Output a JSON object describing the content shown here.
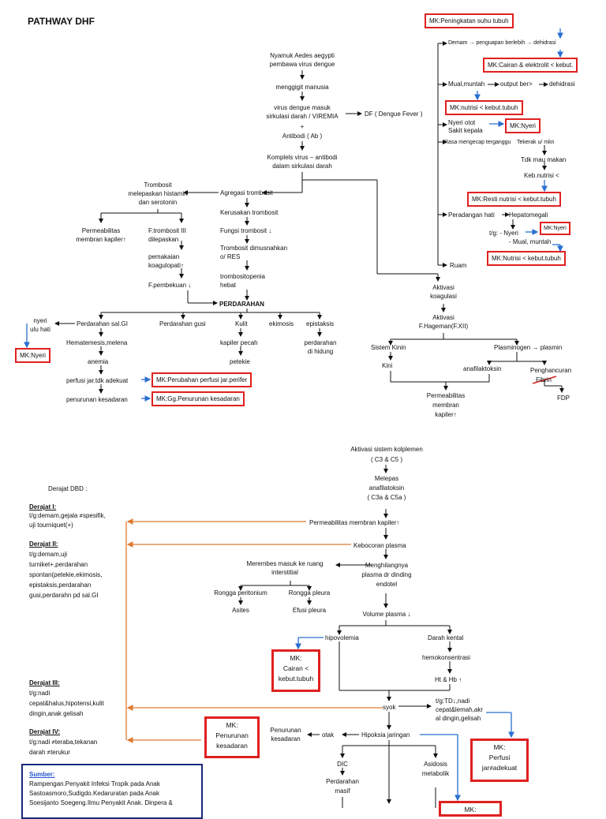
{
  "title": "PATHWAY DHF",
  "top": {
    "nyamuk": "Nyamuk Aedes aegypti\npembawa virus dengue",
    "menggigit": "menggigit manusia",
    "virus": "virus dengue masuk\nsirkulasi darah / VIREMIA",
    "plus": "+",
    "antibodi": "Antibodi ( Ab )",
    "kompleks": "Komplels virus – antibodi\ndalam sirkulasi darah",
    "df": "DF ( Dengue Fever )",
    "agregasi": "Agregasi trombosit",
    "kerusakan": "Kerusakan trombosit",
    "fungsi": "Fungsi trombosit ↓",
    "dimusnahkan": "Trombosit dimusnahkan\no/ RES",
    "trombositopenia": "trombositopenia\nhebat",
    "perdarahan": "PERDARAHAN",
    "melepaskan": "Trombosit\nmelepaskan histamin\ndan serotonin",
    "permeabilitas_kapiler": "Permeabilitas\nmembran kapiler↑",
    "ftrombosit": "F.trombosit III\ndilepaskan",
    "pemakaian": "pemakaian\nkoagulopati↑",
    "fpembekuan": "F.pembekuan ↓",
    "saluran_gi": "Perdarahan sal.GI",
    "gusi": "Perdarahan gusi",
    "kulit": "Kulit",
    "ekimosis": "ekimosis",
    "epistaksis": "epistaksis",
    "nyeri_ulu": "nyeri\nulu hati",
    "hematemesis": "Hematemesis,melena",
    "anemia": "anemia",
    "perfusi": "perfusi jar.tdk adekuat",
    "penurunan": "penurunan kesadaran",
    "kapiler_pecah": "kapiler pecah",
    "petekie": "petekie",
    "perdarahan_hidung": "perdarahan\ndi hidung"
  },
  "right": {
    "demam": "Demam → penguapan berlebih → dehidrasi",
    "mual": "Mual,muntah",
    "output": "output ber>",
    "dehidrasi": "dehidrasi",
    "nyeri_otot": "Nyeri otot",
    "sakit_kepala": "Sakit kepala",
    "rasa": "Rasa mengecap terganggu",
    "tkerak": "Tekerak u/ mkn",
    "tdk_mau": "Tdk mau makan",
    "keb_nutrisi": "Keb.nutrisi <",
    "peradangan": "Peradangan hati",
    "hepatomegali": "Hepatomegali",
    "tg_nyeri": "t/g: - Nyeri",
    "mual_muntah": "- Mual, muntah",
    "ruam": "Ruam",
    "aktivasi_koagulasi": "Aktivasi\nkoagulasi",
    "aktivasi_hageman": "Aktivasi\nF.Hageman(F.XII)",
    "kinin_sys": "Sistem Kinin",
    "plasminogen": "Plasminogen → plasmin",
    "kini": "Kini",
    "anafilaktoksin": "anafilaktoksin",
    "penghancuran": "Penghancuran",
    "fibrin": "Fibrin",
    "fdp": "FDP",
    "perm_kapiler2": "Permeabilitas\nmembran\nkapiler↑"
  },
  "mk": {
    "suhu": "MK:Peningkatan suhu tubuh",
    "cairan_elektrolit": "MK:Cairan & elektrolit < kebut.",
    "nutrisi1": "MK:nutrisi < kebut.tubuh",
    "nyeri1": "MK:Nyeri",
    "resti": "MK:Resti nutrisi < kebut.tubuh",
    "nyeri2": "MK:Nyeri",
    "nutrisi2": "MK:Nutrisi < kebut.tubuh",
    "nyeri_left": "MK:Nyeri",
    "perfusi_perifer": "MK:Perubahan perfusi jar.perifer",
    "kesadaran1": "MK:Gg.Penurunan kesadaran",
    "cairan2": "MK:\nCairan <\nkebut.tubuh",
    "penurunan_kesadaran": "MK:\nPenurunan\nkesadaran",
    "perfusi2": "MK:\nPerfusi\njar≠adekuat",
    "bottom": "MK:"
  },
  "lower": {
    "komplemen": "Aktivasi sistem kolplemen",
    "c3c5": "( C3 & C5 )",
    "melepas": "Melepas\nanafilatoksin\n( C3a & C5a )",
    "permeabilitas": "Permeabilitas membran kapiler↑",
    "kebocoran": "Kebocoran plasma",
    "merembes": "Merembes masuk ke ruang\ninterstitial",
    "menghilangnya": "Menghilangnya\nplasma dr dinding\nendotel",
    "peritonium": "Rongga peritonium",
    "pleura": "Rongga pleura",
    "asites": "Asites",
    "efusi": "Efusi pleura",
    "volume": "Volume plasma ↓",
    "hipovolemia": "hipovolemia",
    "darah_kental": "Darah kental",
    "hemokonsentrasi": "hemokonsentrasi",
    "ht_hb": "Ht & Hb ↑",
    "syok": "syok",
    "tg_syok": "t/g:TD↓,nadi\ncepat&lemah,akr\nal dingin,gelisah",
    "hipoksia": "Hipoksia jaringan",
    "otak": "otak",
    "penurunan_kes": "Penurunan\nkesadaran",
    "dic": "DIC",
    "perdarahan_masif": "Perdarahan\nmasif",
    "asidosis": "Asidosis\nmetabolik"
  },
  "derajat": {
    "heading": "Derajat DBD :",
    "d1_title": "Derajat I:",
    "d1_text": "t/g:demam,gejala ≠spesifik,\nuji tourniquet(+)",
    "d2_title": "Derajat II:",
    "d2_text": "t/g:demam,uji\nturniket+,perdarahan\nspontan(petekie,ekimosis,\nepistaksis,perdarahan\ngusi,perdarahn pd sal.GI",
    "d3_title": "Derajat III:",
    "d3_text": "t/g:nadi\ncepat&halus,hipotensi,kulit\ndingin,anak gelisah",
    "d4_title": "Derajat IV:",
    "d4_text": "t/g:nadi ≠teraba,tekanan\ndarah ≠terukur"
  },
  "sumber": {
    "heading": "Sumber:",
    "text": "Rampengan.Penyakit Infeksi Tropik pada Anak\nSastoasmoro,Sudigdo.Kedaruratan pada Anak\nSoesijanto Soegeng.Ilmu Penyakit Anak. Dinpera &"
  },
  "colors": {
    "mk_border": "#e02020",
    "orange": "#e07a30",
    "blue": "#2a6fd0",
    "sumber_border": "#1a2a7a"
  }
}
